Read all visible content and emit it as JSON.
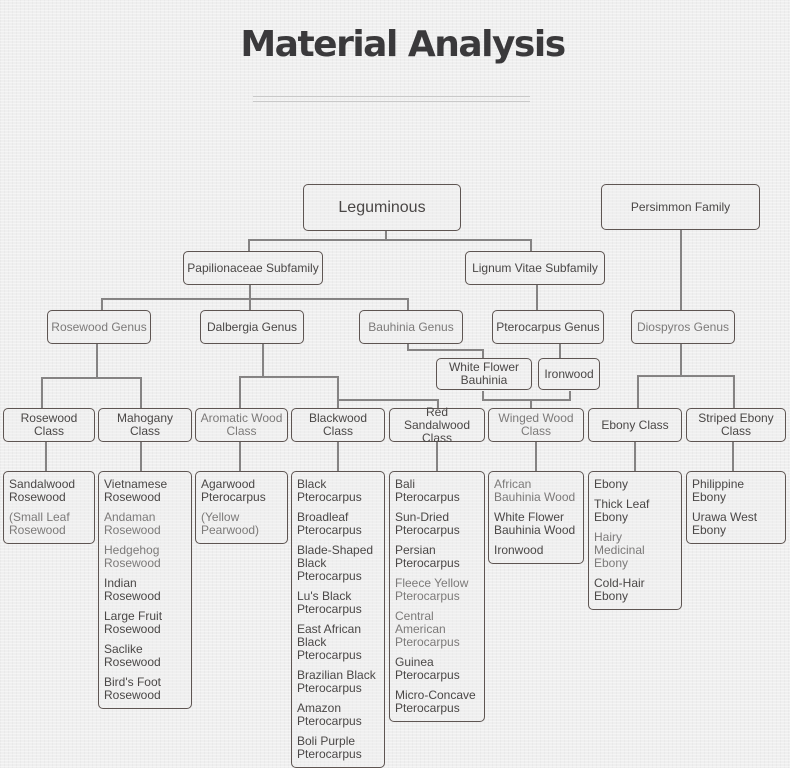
{
  "title": "Material Analysis",
  "roots": [
    {
      "id": "leguminous",
      "label": "Leguminous"
    },
    {
      "id": "persimmon",
      "label": "Persimmon Family"
    }
  ],
  "subfamilies": [
    {
      "id": "papilionaceae",
      "label": "Papilionaceae Subfamily",
      "parent": "leguminous"
    },
    {
      "id": "lignum",
      "label": "Lignum Vitae Subfamily",
      "parent": "leguminous"
    }
  ],
  "genera": [
    {
      "id": "rosewood-genus",
      "label": "Rosewood Genus",
      "parent": "papilionaceae"
    },
    {
      "id": "dalbergia-genus",
      "label": "Dalbergia Genus",
      "parent": "papilionaceae"
    },
    {
      "id": "bauhinia-genus",
      "label": "Bauhinia Genus",
      "parent": "papilionaceae"
    },
    {
      "id": "pterocarpus-genus",
      "label": "Pterocarpus Genus",
      "parent": "lignum"
    },
    {
      "id": "diospyros-genus",
      "label": "Diospyros Genus",
      "parent": "persimmon"
    }
  ],
  "species_direct": [
    {
      "id": "white-flower-bauhinia",
      "label": "White Flower Bauhinia",
      "parent": "bauhinia-genus"
    },
    {
      "id": "ironwood",
      "label": "Ironwood",
      "parent": "pterocarpus-genus"
    }
  ],
  "classes": [
    {
      "id": "rosewood-class",
      "label": "Rosewood Class",
      "parent": "rosewood-genus",
      "items": [
        "Sandalwood Rosewood",
        "(Small Leaf Rosewood"
      ]
    },
    {
      "id": "mahogany-class",
      "label": "Mahogany Class",
      "parent": "rosewood-genus",
      "items": [
        "Vietnamese Rosewood",
        "Andaman Rosewood",
        "Hedgehog Rosewood",
        "Indian Rosewood",
        "Large Fruit Rosewood",
        "Saclike Rosewood",
        "Bird's Foot Rosewood"
      ]
    },
    {
      "id": "aromatic-class",
      "label": "Aromatic Wood Class",
      "parent": "dalbergia-genus",
      "items": [
        "Agarwood Pterocarpus",
        "(Yellow Pearwood)"
      ]
    },
    {
      "id": "blackwood-class",
      "label": "Blackwood Class",
      "parent": "dalbergia-genus",
      "items": [
        "Black Pterocarpus",
        "Broadleaf Pterocarpus",
        "Blade-Shaped Black Pterocarpus",
        "Lu's Black Pterocarpus",
        "East African Black Pterocarpus",
        "Brazilian Black Pterocarpus",
        "Amazon Pterocarpus",
        "Boli Purple Pterocarpus"
      ]
    },
    {
      "id": "red-sandalwood-class",
      "label": "Red Sandalwood Class",
      "parent": "dalbergia-genus",
      "items": [
        "Bali Pterocarpus",
        "Sun-Dried Pterocarpus",
        "Persian Pterocarpus",
        "Fleece Yellow Pterocarpus",
        "Central American Pterocarpus",
        "Guinea Pterocarpus",
        "Micro-Concave Pterocarpus"
      ]
    },
    {
      "id": "winged-class",
      "label": "Winged Wood Class",
      "parent": "bauhinia-genus",
      "items": [
        "African Bauhinia Wood",
        "White Flower Bauhinia Wood",
        "Ironwood"
      ]
    },
    {
      "id": "ebony-class",
      "label": "Ebony Class",
      "parent": "diospyros-genus",
      "items": [
        "Ebony",
        "Thick Leaf Ebony",
        "Hairy Medicinal Ebony",
        "Cold-Hair Ebony"
      ]
    },
    {
      "id": "striped-ebony-class",
      "label": "Striped Ebony Class",
      "parent": "diospyros-genus",
      "items": [
        "Philippine Ebony",
        "Urawa West Ebony"
      ]
    }
  ]
}
